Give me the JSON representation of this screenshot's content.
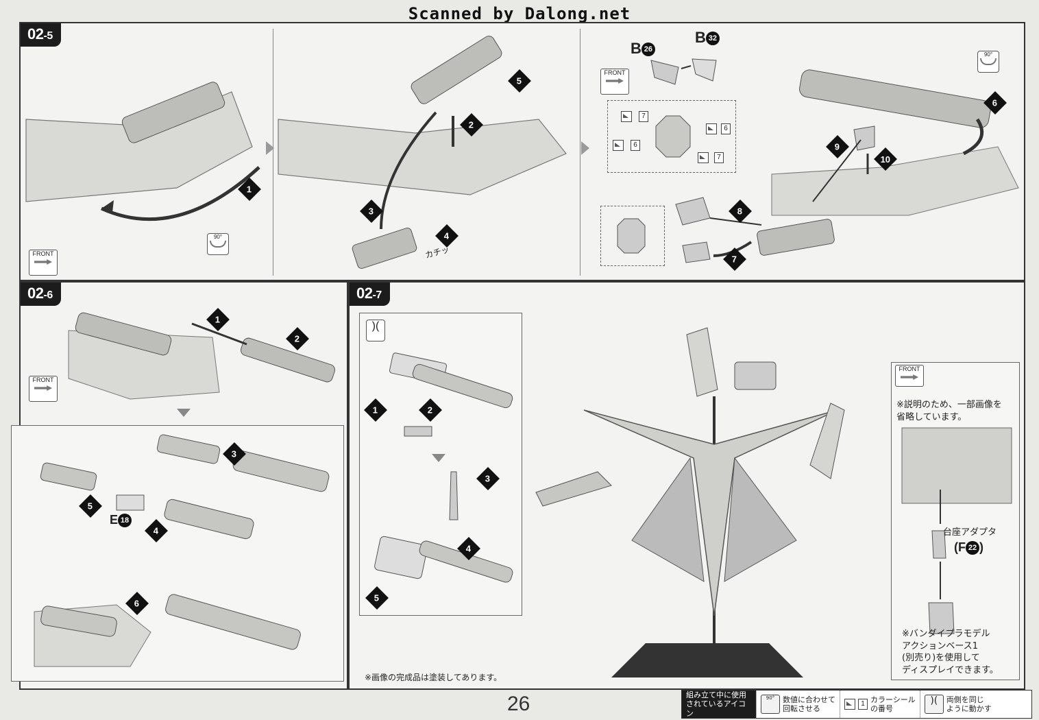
{
  "header": {
    "scan_credit": "Scanned by Dalong.net"
  },
  "steps": {
    "s025": {
      "tag": "02",
      "sub": "-5"
    },
    "s026": {
      "tag": "02",
      "sub": "-6"
    },
    "s027": {
      "tag": "02",
      "sub": "-7"
    }
  },
  "icons": {
    "front": "FRONT",
    "rotate": "90°",
    "katchi": "カチッ"
  },
  "numbers": [
    "1",
    "2",
    "3",
    "4",
    "5",
    "6",
    "7",
    "8",
    "9",
    "10"
  ],
  "parts": {
    "b26_letter": "B",
    "b26_num": "26",
    "b32_letter": "B",
    "b32_num": "32",
    "e18_letter": "E",
    "e18_num": "18",
    "f22_paren": "(F",
    "f22_num": "22",
    "f22_close": ")"
  },
  "stickers": [
    "7",
    "6",
    "6",
    "7"
  ],
  "notes": {
    "omitted": "※説明のため、一部画像を\n省略しています。",
    "adapter": "台座アダプタ",
    "painted": "※画像の完成品は塗装してあります。",
    "base": "※バンダイプラモデル\nアクションベース1\n(別売り)を使用して\nディスプレイできます。"
  },
  "page_number": "26",
  "legend": {
    "head": "組み立て中に使用\nされているアイコン",
    "rotate": "数値に合わせて\n回転させる",
    "sticker_num": "1",
    "sticker": "カラーシール\nの番号",
    "symmetric": "両側を同じ\nように動かす"
  }
}
